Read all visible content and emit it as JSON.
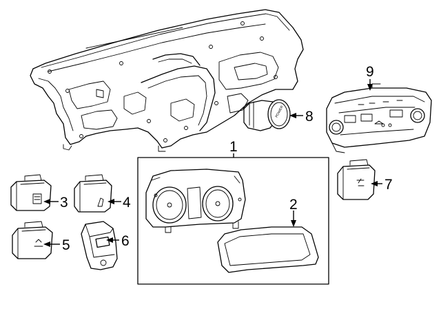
{
  "diagram": {
    "callouts": [
      {
        "id": "1",
        "label": "1"
      },
      {
        "id": "2",
        "label": "2"
      },
      {
        "id": "3",
        "label": "3"
      },
      {
        "id": "4",
        "label": "4"
      },
      {
        "id": "5",
        "label": "5"
      },
      {
        "id": "6",
        "label": "6"
      },
      {
        "id": "7",
        "label": "7"
      },
      {
        "id": "8",
        "label": "8"
      },
      {
        "id": "9",
        "label": "9"
      }
    ],
    "power_button_text": "POWER",
    "colors": {
      "line": "#000000",
      "background": "#ffffff"
    }
  }
}
